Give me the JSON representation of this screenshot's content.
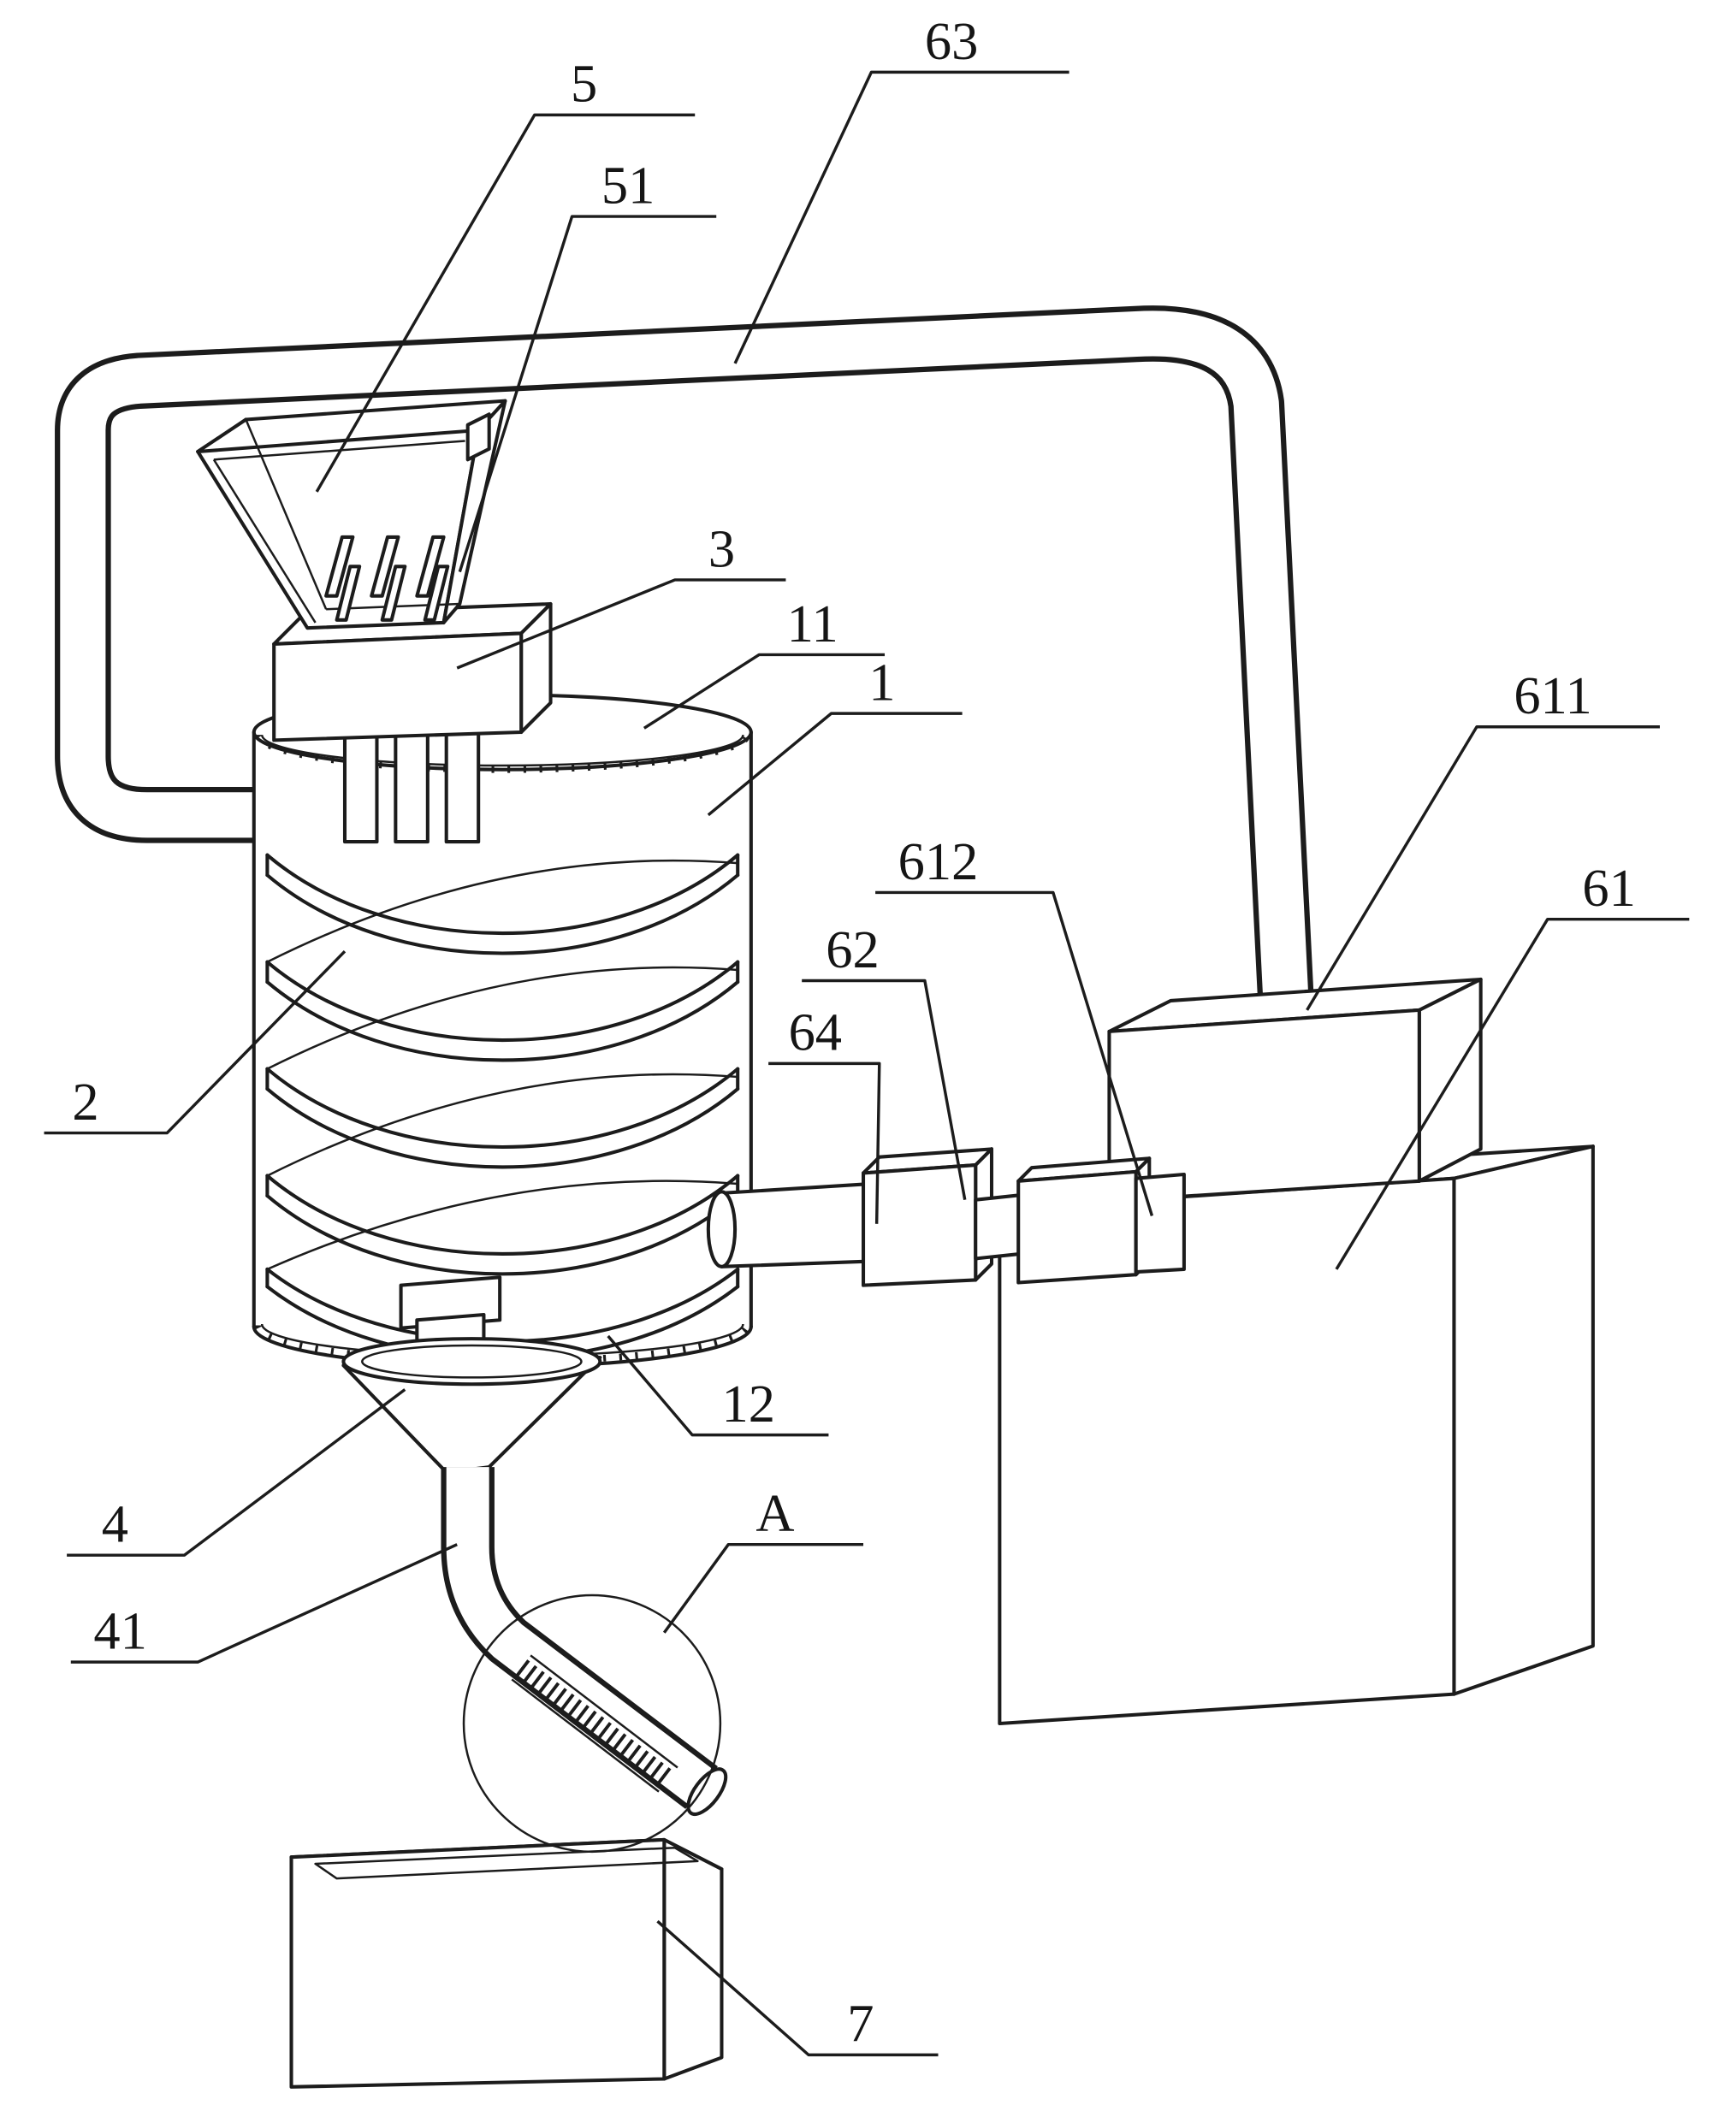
{
  "figure": {
    "labels": {
      "5": "5",
      "51": "51",
      "63": "63",
      "3": "3",
      "11": "11",
      "1": "1",
      "611": "611",
      "612": "612",
      "61": "61",
      "62": "62",
      "64": "64",
      "2": "2",
      "12": "12",
      "4": "4",
      "A": "A",
      "41": "41",
      "7": "7"
    },
    "colors": {
      "line": "#1c1c1c",
      "background": "#ffffff"
    }
  }
}
